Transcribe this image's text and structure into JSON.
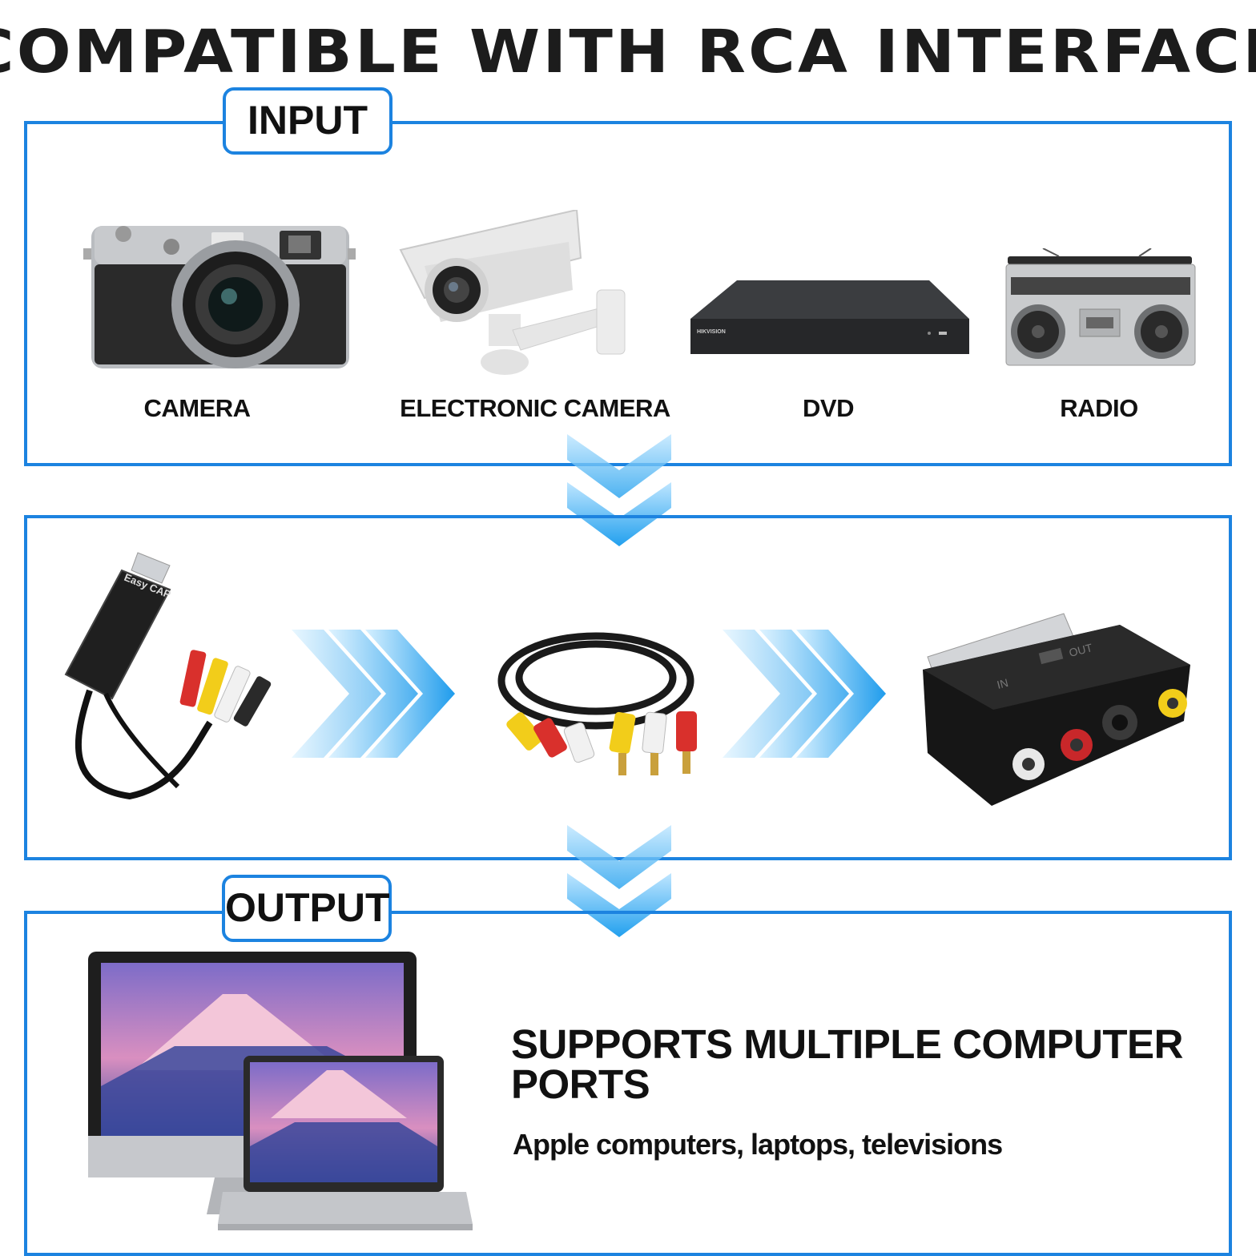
{
  "header": {
    "title": "COMPATIBLE WITH RCA INTERFACE"
  },
  "input_section": {
    "tag": "INPUT",
    "devices": [
      {
        "label": "CAMERA",
        "icon": "camera-image"
      },
      {
        "label": "ELECTRONIC CAMERA",
        "icon": "security-camera-image"
      },
      {
        "label": "DVD",
        "icon": "dvd-player-image"
      },
      {
        "label": "RADIO",
        "icon": "boombox-radio-image"
      }
    ],
    "dvd_brand": "HIKVISION"
  },
  "middle_section": {
    "items": [
      {
        "icon": "easycap-usb-adapter-image",
        "brand": "Easy CAP"
      },
      {
        "icon": "rca-av-cable-image"
      },
      {
        "icon": "scart-adapter-image",
        "marks": [
          "IN",
          "OUT"
        ]
      }
    ]
  },
  "output_section": {
    "tag": "OUTPUT",
    "headline_line1": "SUPPORTS MULTIPLE COMPUTER",
    "headline_line2": "PORTS",
    "subtext": "Apple computers, laptops, televisions"
  },
  "colors": {
    "accent": "#1c83e0",
    "arrow": "#2aa6f0",
    "text": "#111111"
  }
}
